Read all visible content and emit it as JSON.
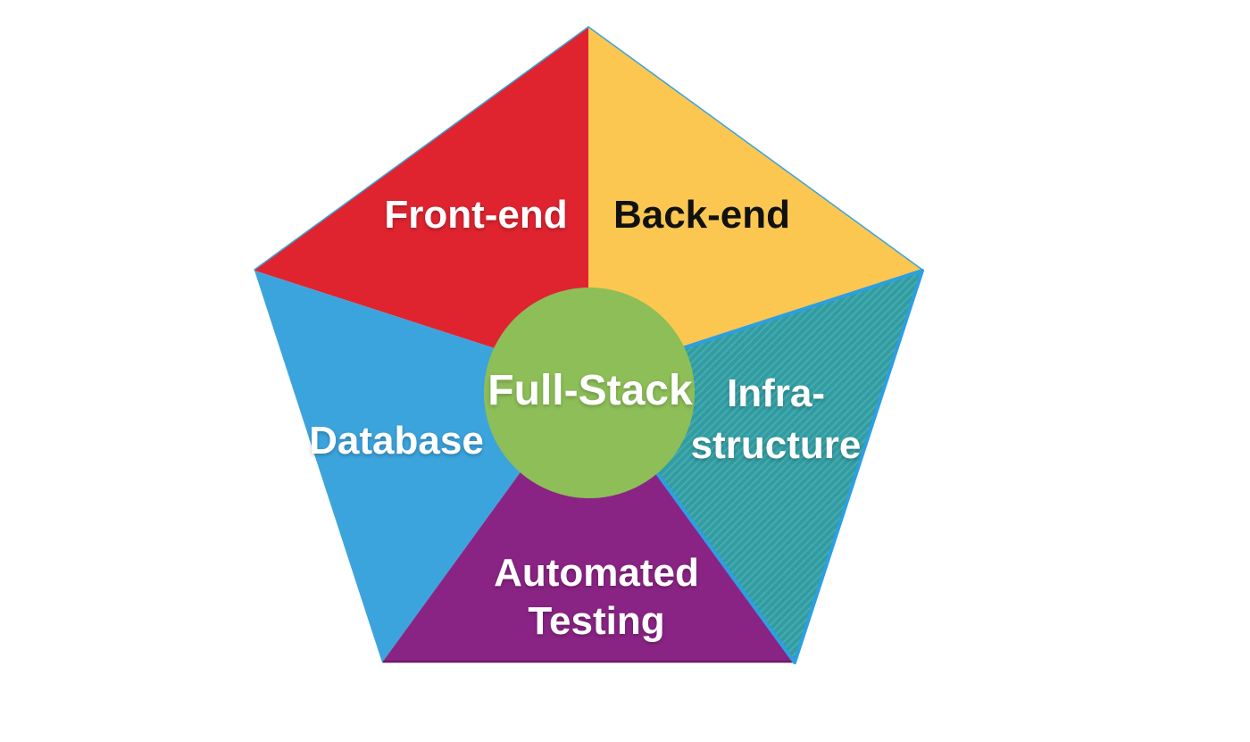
{
  "colors": {
    "background": "#FFFFFF",
    "pentagon_outline": "#3AA3DC",
    "teal_border": "#2D9FE0",
    "purple_bottom_edge": "#6A1B66"
  },
  "center": {
    "label": "Full-Stack",
    "fill": "#8DBE58",
    "text_color": "#FFFFFF"
  },
  "segments": {
    "frontend": {
      "label": "Front-end",
      "fill": "#DF2430",
      "text_color": "#FFFFFF"
    },
    "backend": {
      "label": "Back-end",
      "fill": "#FBC751",
      "text_color": "#111111"
    },
    "infrastructure": {
      "line1": "Infra-",
      "line2": "structure",
      "fill": "#2F9DA2",
      "stripe_color": "#4AA9AE",
      "text_color": "#FFFFFF"
    },
    "testing": {
      "line1": "Automated",
      "line2": "Testing",
      "fill": "#8A2484",
      "text_color": "#FFFFFF"
    },
    "database": {
      "label": "Database",
      "fill": "#3CA4DD",
      "text_color": "#FFFFFF"
    }
  }
}
